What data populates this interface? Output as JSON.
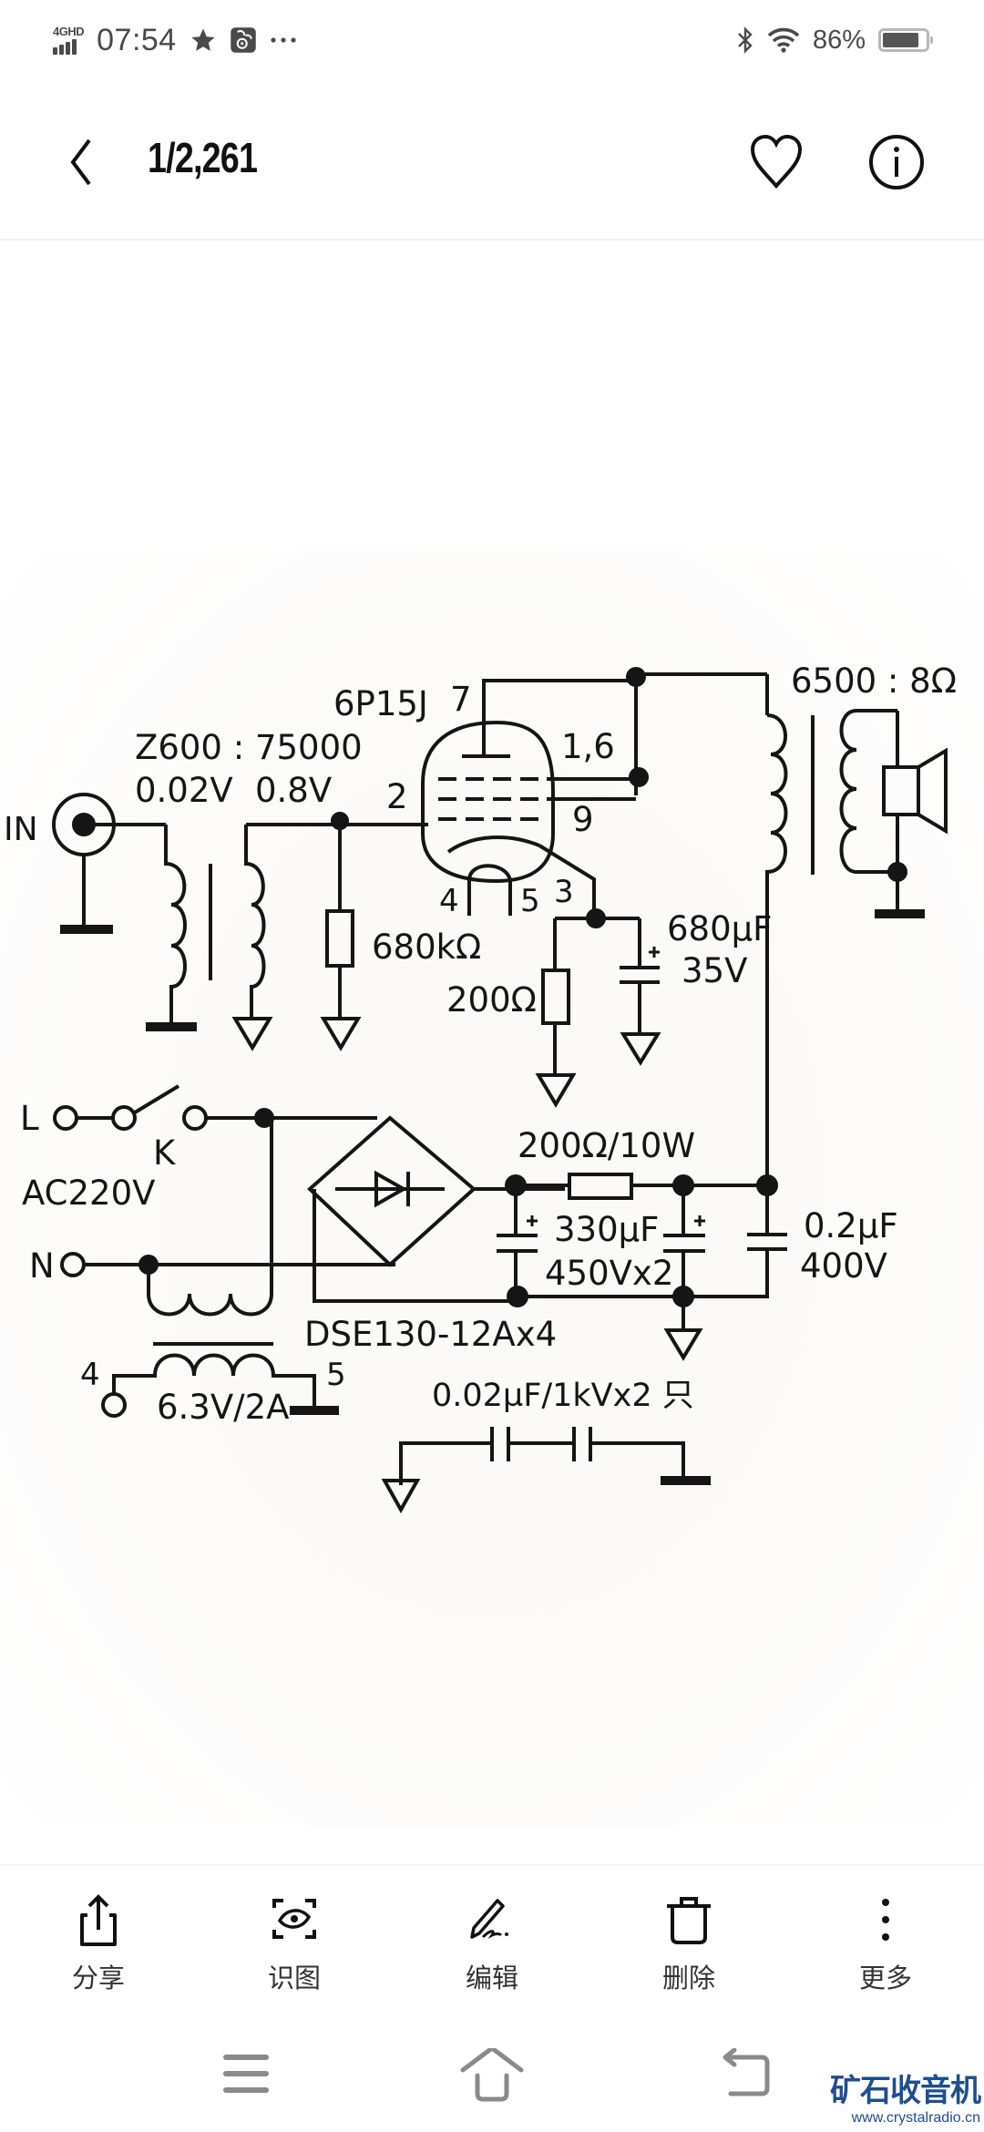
{
  "status_bar": {
    "network": "4GHD",
    "time": "07:54",
    "notification_icons": [
      "star-icon",
      "uc-browser-icon",
      "more-dots-icon"
    ],
    "bluetooth": "bluetooth-icon",
    "wifi": "wifi-icon",
    "battery_percent": "86%",
    "battery_level": 0.86
  },
  "header": {
    "back_icon": "chevron-left-icon",
    "counter": "1/2,261",
    "favorite_icon": "heart-outline-icon",
    "info_icon": "info-circle-icon"
  },
  "image": {
    "description": "Single-ended 6P15J vacuum tube amplifier schematic",
    "labels": {
      "input": "IN",
      "input_transformer": "Z600 : 75000",
      "primary_voltage": "0.02V",
      "secondary_voltage": "0.8V",
      "tube": "6P15J",
      "pin_7": "7",
      "pin_1_6": "1,6",
      "pin_2": "2",
      "pin_9": "9",
      "pin_4": "4",
      "pin_5": "5",
      "pin_3": "3",
      "grid_resistor": "680kΩ",
      "cathode_resistor": "200Ω",
      "cathode_cap": "680µF",
      "cathode_cap_voltage": "35V",
      "output_transformer": "6500 : 8Ω",
      "line": "L",
      "neutral": "N",
      "switch": "K",
      "mains": "AC220V",
      "filter_resistor": "200Ω/10W",
      "filter_cap": "330µF",
      "filter_cap_voltage": "450Vx2",
      "bypass_cap": "0.2µF",
      "bypass_cap_voltage": "400V",
      "rectifier": "DSE130-12Ax4",
      "heater_pin_4": "4",
      "heater_pin_5": "5",
      "heater": "6.3V/2A",
      "ground_caps": "0.02µF/1kVx2 只"
    }
  },
  "toolbar": {
    "items": [
      {
        "icon": "share-icon",
        "label": "分享"
      },
      {
        "icon": "image-recognition-icon",
        "label": "识图"
      },
      {
        "icon": "edit-icon",
        "label": "编辑"
      },
      {
        "icon": "delete-icon",
        "label": "删除"
      },
      {
        "icon": "more-vertical-icon",
        "label": "更多"
      }
    ]
  },
  "nav_bar": {
    "buttons": [
      "menu-icon",
      "home-icon",
      "back-icon"
    ]
  },
  "watermark": {
    "name": "矿石收音机",
    "url": "www.crystalradio.cn",
    "color": "#1f4e91"
  }
}
